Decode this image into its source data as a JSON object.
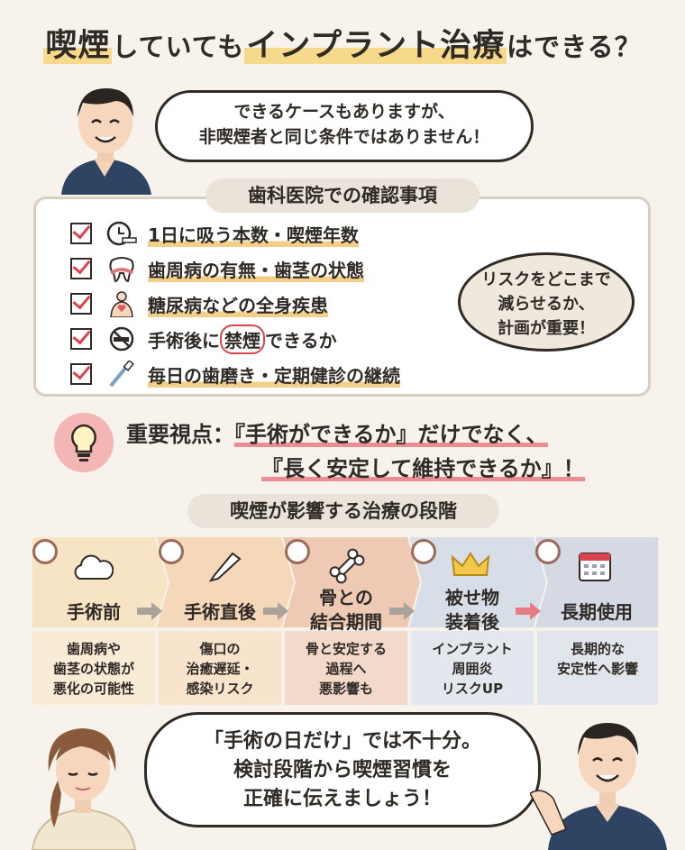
{
  "title": {
    "part1": "喫煙",
    "part2": "していても",
    "part3": "インプラント治療",
    "part4": "はできる？"
  },
  "intro_bubble": {
    "line1": "できるケースもありますが、",
    "line2": "非喫煙者と同じ条件ではありません！"
  },
  "checklist": {
    "heading": "歯科医院での確認事項",
    "items": [
      {
        "text": "1日に吸う本数・喫煙年数",
        "icon": "clock-cigarette-icon"
      },
      {
        "text": "歯周病の有無・歯茎の状態",
        "icon": "tooth-icon"
      },
      {
        "text": "糖尿病などの全身疾患",
        "icon": "body-icon"
      },
      {
        "text_pre": "手術後に",
        "text_mid": "禁煙",
        "text_post": "できるか",
        "icon": "no-smoking-icon"
      },
      {
        "text": "毎日の歯磨き・定期健診の継続",
        "icon": "toothbrush-icon"
      }
    ]
  },
  "thought_cloud": {
    "line1": "リスクをどこまで",
    "line2": "減らせるか、",
    "line3": "計画が重要！"
  },
  "key_point": {
    "label": "重要視点：",
    "line1": "『手術ができるか』だけでなく、",
    "line2": "『長く安定して維持できるか』！"
  },
  "stages": {
    "heading": "喫煙が影響する治療の段階",
    "items": [
      {
        "name": "手術前",
        "icon": "cloud-icon",
        "desc": [
          "歯周病や",
          "歯茎の状態が",
          "悪化の可能性"
        ],
        "color": "#f6e3c4"
      },
      {
        "name": "手術直後",
        "icon": "scalpel-icon",
        "desc": [
          "傷口の",
          "治癒遅延・",
          "感染リスク"
        ],
        "color": "#f4d8bd"
      },
      {
        "name": "骨との\n結合期間",
        "icon": "bone-icon",
        "desc": [
          "骨と安定する",
          "過程へ",
          "悪影響も"
        ],
        "color": "#eccab9"
      },
      {
        "name": "被せ物\n装着後",
        "icon": "crown-icon",
        "desc": [
          "インプラント",
          "周囲炎",
          "リスクUP"
        ],
        "color": "#d9dfe6"
      },
      {
        "name": "長期使用",
        "icon": "calendar-icon",
        "desc": [
          "長期的な",
          "安定性へ影響"
        ],
        "color": "#d6dbe4"
      }
    ]
  },
  "closing_bubble": {
    "line1": "「手術の日だけ」では不十分。",
    "line2": "検討段階から喫煙習慣を",
    "line3": "正確に伝えましょう！"
  },
  "colors": {
    "accent_red": "#d9444f",
    "highlight_yellow": "#f6d98b",
    "background": "#f7f3ec"
  }
}
